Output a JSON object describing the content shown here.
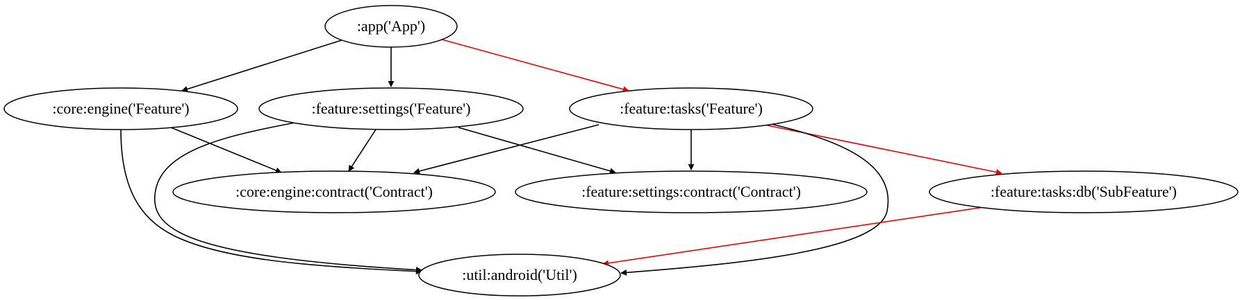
{
  "graph": {
    "nodes": [
      {
        "id": "app",
        "label": ":app('App')"
      },
      {
        "id": "core_engine",
        "label": ":core:engine('Feature')"
      },
      {
        "id": "feature_settings",
        "label": ":feature:settings('Feature')"
      },
      {
        "id": "feature_tasks",
        "label": ":feature:tasks('Feature')"
      },
      {
        "id": "core_engine_contract",
        "label": ":core:engine:contract('Contract')"
      },
      {
        "id": "feature_settings_contract",
        "label": ":feature:settings:contract('Contract')"
      },
      {
        "id": "feature_tasks_db",
        "label": ":feature:tasks:db('SubFeature')"
      },
      {
        "id": "util_android",
        "label": ":util:android('Util')"
      }
    ],
    "edges": [
      {
        "from": "app",
        "to": "core_engine",
        "highlight": false
      },
      {
        "from": "app",
        "to": "feature_settings",
        "highlight": false
      },
      {
        "from": "app",
        "to": "feature_tasks",
        "highlight": true
      },
      {
        "from": "core_engine",
        "to": "core_engine_contract",
        "highlight": false
      },
      {
        "from": "core_engine",
        "to": "util_android",
        "highlight": false
      },
      {
        "from": "feature_settings",
        "to": "core_engine_contract",
        "highlight": false
      },
      {
        "from": "feature_settings",
        "to": "feature_settings_contract",
        "highlight": false
      },
      {
        "from": "feature_settings",
        "to": "util_android",
        "highlight": false
      },
      {
        "from": "feature_tasks",
        "to": "core_engine_contract",
        "highlight": false
      },
      {
        "from": "feature_tasks",
        "to": "feature_settings_contract",
        "highlight": false
      },
      {
        "from": "feature_tasks",
        "to": "feature_tasks_db",
        "highlight": true
      },
      {
        "from": "feature_tasks",
        "to": "util_android",
        "highlight": false
      },
      {
        "from": "feature_tasks_db",
        "to": "util_android",
        "highlight": true
      }
    ],
    "colors": {
      "default_edge": "#000000",
      "highlight_edge": "#ee0000"
    }
  }
}
